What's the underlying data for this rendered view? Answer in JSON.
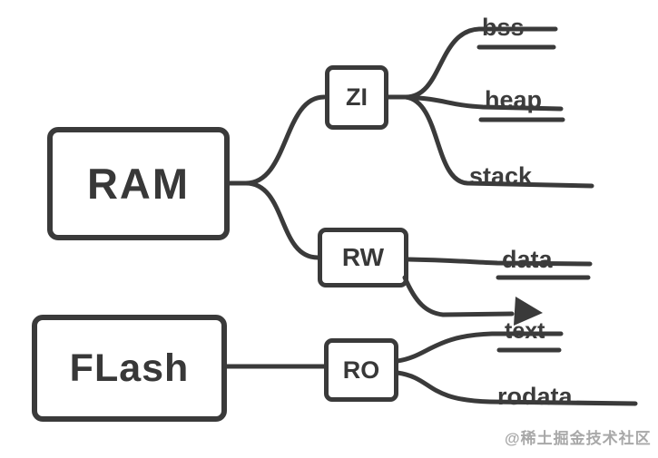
{
  "diagram": {
    "type": "mindmap",
    "topic": "embedded memory layout (RAM vs Flash segments)",
    "colors": {
      "stroke": "#3a3a3a",
      "background": "#ffffff",
      "watermark": "#a8a8a8"
    },
    "nodes": {
      "ram": {
        "label": "RAM"
      },
      "flash": {
        "label": "FLash"
      },
      "zi": {
        "label": "ZI"
      },
      "rw": {
        "label": "RW"
      },
      "ro": {
        "label": "RO"
      }
    },
    "leaves": {
      "bss": {
        "label": "bss",
        "parent": "ZI"
      },
      "heap": {
        "label": "heap",
        "parent": "ZI"
      },
      "stack": {
        "label": "stack",
        "parent": "ZI"
      },
      "data": {
        "label": "data",
        "parent": "RW"
      },
      "text": {
        "label": "text",
        "parent": "RO"
      },
      "rodata": {
        "label": "rodata",
        "parent": "RO"
      }
    },
    "edges": [
      "RAM-ZI",
      "RAM-RW",
      "ZI-bss",
      "ZI-heap",
      "ZI-stack",
      "RW-data",
      "RW-arrow-to-flash-region",
      "FLash-RO",
      "RO-text",
      "RO-rodata"
    ],
    "watermark": "@稀土掘金技术社区"
  }
}
